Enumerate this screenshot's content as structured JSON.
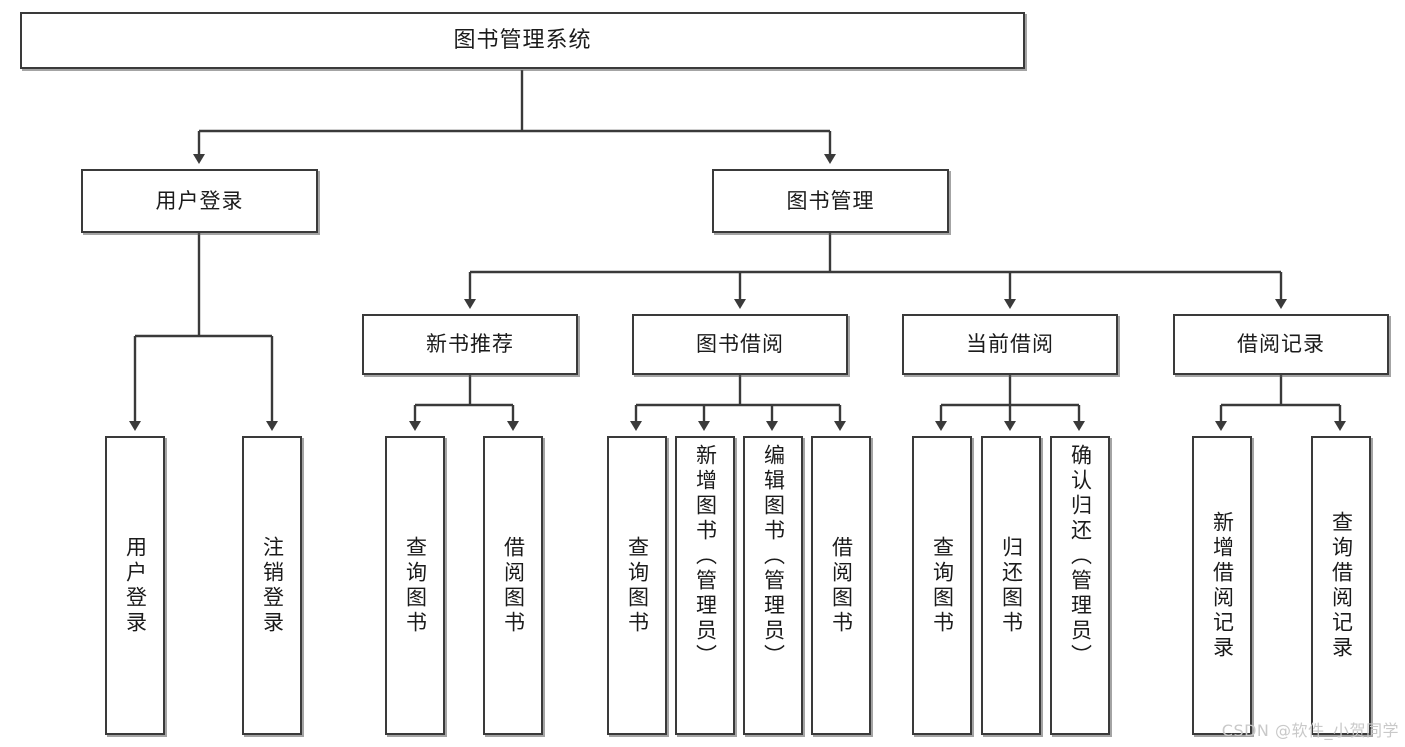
{
  "diagram": {
    "type": "tree-hierarchy",
    "title": "图书管理系统",
    "watermark": "CSDN @软件_小贺同学",
    "colors": {
      "box_border": "#3a3a3a",
      "box_fill": "#ffffff",
      "connector": "#3a3a3a",
      "text": "#1b1b1b",
      "watermark": "#c9c9c9"
    },
    "nodes": {
      "root": {
        "label": "图书管理系统",
        "level": 0
      },
      "level1": [
        {
          "id": "user-login",
          "label": "用户登录"
        },
        {
          "id": "book-management",
          "label": "图书管理"
        }
      ],
      "level2": [
        {
          "id": "new-book-recommend",
          "label": "新书推荐",
          "parent": "book-management"
        },
        {
          "id": "book-borrow",
          "label": "图书借阅",
          "parent": "book-management"
        },
        {
          "id": "current-borrow",
          "label": "当前借阅",
          "parent": "book-management"
        },
        {
          "id": "borrow-record",
          "label": "借阅记录",
          "parent": "book-management"
        }
      ],
      "leaves": {
        "user-login": [
          {
            "id": "leaf-user-login",
            "label": "用户登录"
          },
          {
            "id": "leaf-logout-login",
            "label": "注销登录"
          }
        ],
        "new-book-recommend": [
          {
            "id": "leaf-query-book-1",
            "label": "查询图书"
          },
          {
            "id": "leaf-borrow-book-1",
            "label": "借阅图书"
          }
        ],
        "book-borrow": [
          {
            "id": "leaf-query-book-2",
            "label": "查询图书"
          },
          {
            "id": "leaf-add-book",
            "label": "新增图书（管理员）"
          },
          {
            "id": "leaf-edit-book",
            "label": "编辑图书（管理员）"
          },
          {
            "id": "leaf-borrow-book-2",
            "label": "借阅图书"
          }
        ],
        "current-borrow": [
          {
            "id": "leaf-query-book-3",
            "label": "查询图书"
          },
          {
            "id": "leaf-return-book",
            "label": "归还图书"
          },
          {
            "id": "leaf-confirm-return",
            "label": "确认归还（管理员）"
          }
        ],
        "borrow-record": [
          {
            "id": "leaf-add-record",
            "label": "新增借阅记录"
          },
          {
            "id": "leaf-query-record",
            "label": "查询借阅记录"
          }
        ]
      }
    }
  }
}
